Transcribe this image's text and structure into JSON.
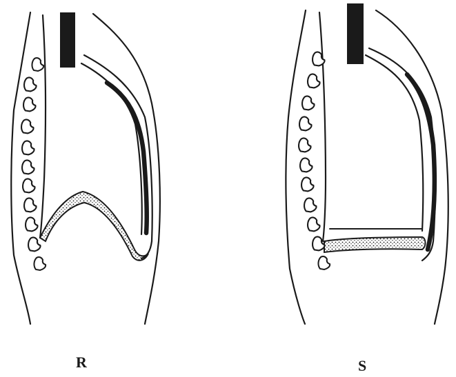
{
  "figures": [
    {
      "id": "R",
      "label": "R",
      "diaphragm_state": "relaxed-domed"
    },
    {
      "id": "S",
      "label": "S",
      "diaphragm_state": "contracted-flat"
    }
  ],
  "colors": {
    "ink": "#1a1a1a",
    "background": "#ffffff"
  }
}
